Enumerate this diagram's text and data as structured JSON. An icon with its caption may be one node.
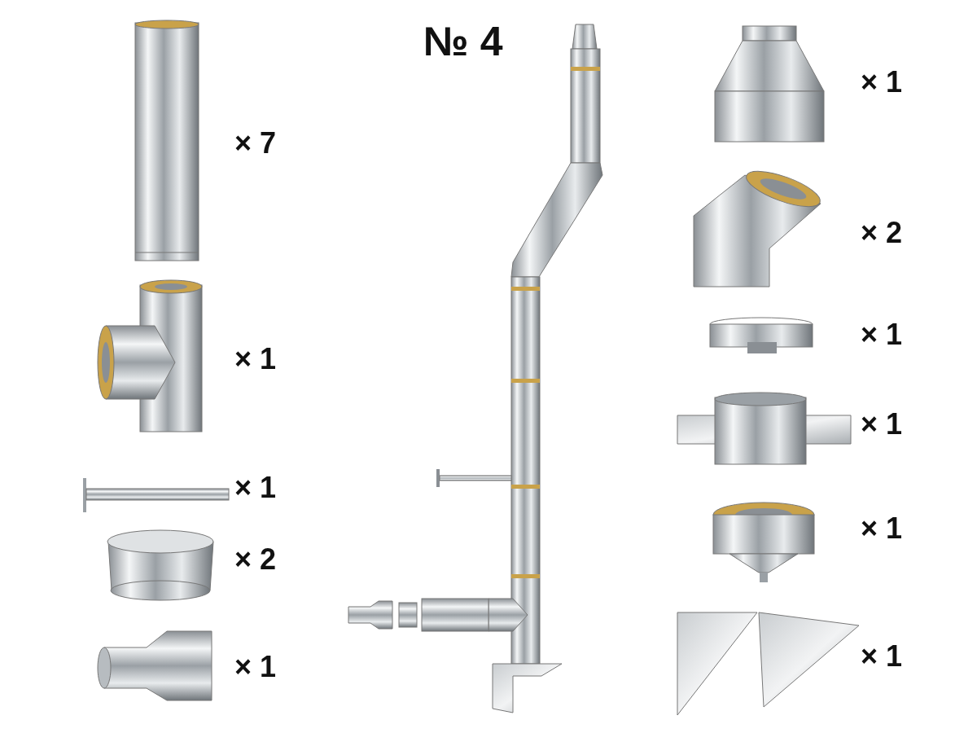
{
  "diagram": {
    "title": "№ 4",
    "labels": [
      "× 7",
      "× 1",
      "× 1",
      "× 2",
      "× 1",
      "× 1",
      "× 2",
      "× 1",
      "× 1",
      "× 1",
      "× 1"
    ]
  }
}
